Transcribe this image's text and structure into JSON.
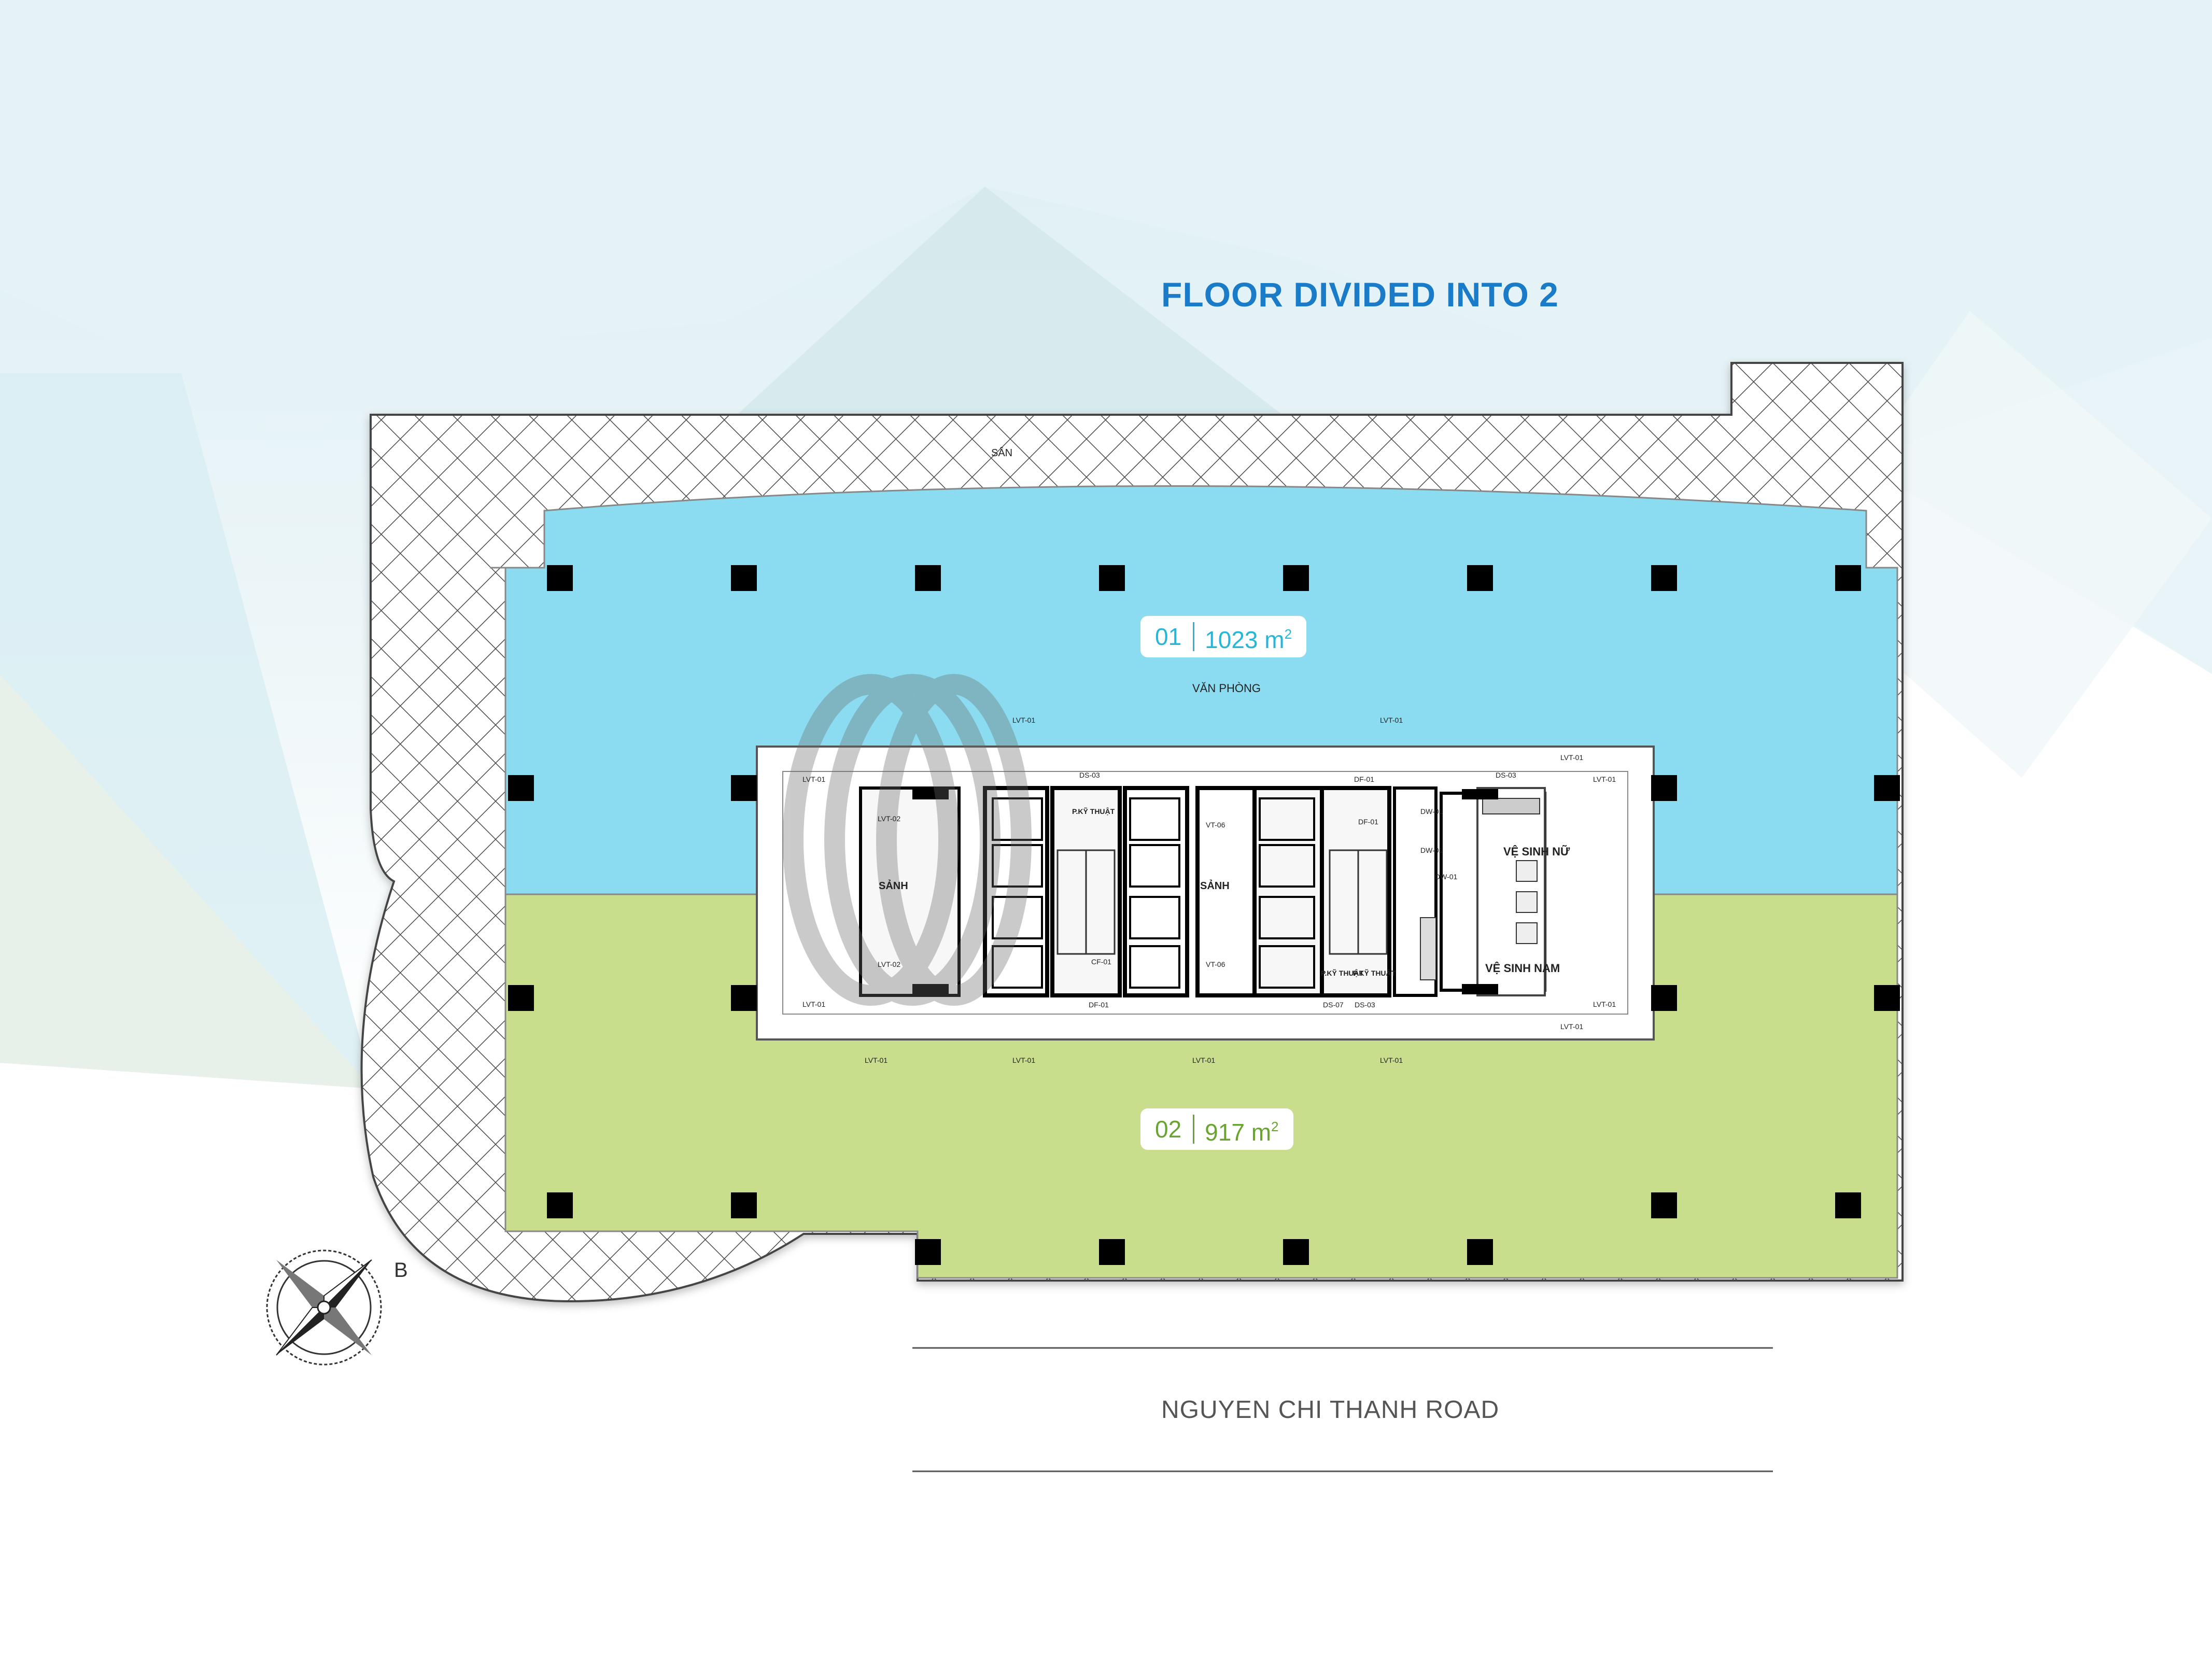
{
  "title": "FLOOR DIVIDED INTO 2",
  "units": [
    {
      "number": "01",
      "area": "1023 m",
      "unit_sup": "2",
      "color": "#8bdcf0"
    },
    {
      "number": "02",
      "area": "917 m",
      "unit_sup": "2",
      "color": "#c8de8c"
    }
  ],
  "road": "NGUYEN CHI THANH ROAD",
  "compass_letter": "B",
  "plan_labels": {
    "terrace": "SÂN",
    "office": "VĂN PHÒNG",
    "lobby_left": "SẢNH",
    "lobby_center": "SẢNH",
    "wc_female": "VỆ SINH NỮ",
    "wc_male": "VỆ SINH NAM",
    "tech_room_1": "P.KỸ THUẬT",
    "tech_room_2": "P.KỸ THUẬT",
    "tech_room_3": "P.KỸ THUẬT"
  },
  "door_tags": {
    "lvt01": "LVT-01",
    "lvt02": "LVT-02",
    "vt06": "VT-06",
    "ds03": "DS-03",
    "df01": "DF-01",
    "dw01": "DW-01",
    "ds07": "DS-07",
    "cf01": "CF-01"
  },
  "colors": {
    "title": "#1a7bc8",
    "unit_01": "#8bdcf0",
    "unit_02": "#c8de8c",
    "unit_01_text": "#27b5d8",
    "unit_02_text": "#6aa430",
    "core": "#ffffff",
    "columns": "#000000",
    "hatch": "#555555"
  }
}
